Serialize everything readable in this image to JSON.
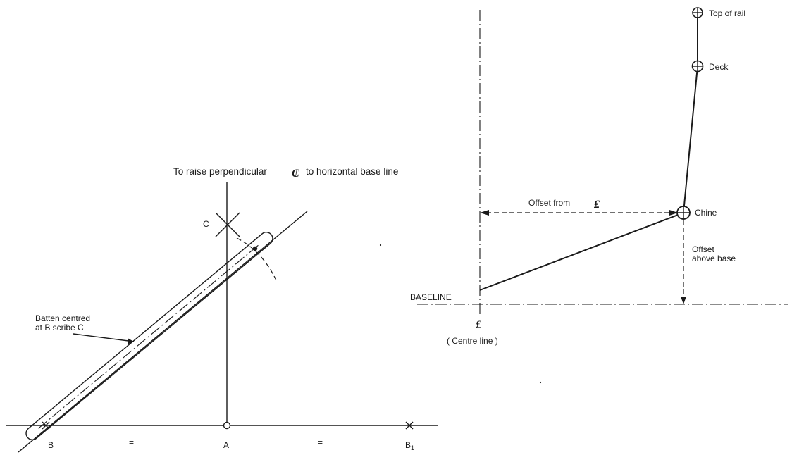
{
  "left_figure": {
    "title_prefix": "To raise perpendicular",
    "title_symbol": "₵",
    "title_suffix": "to horizontal base line",
    "point_c": "C",
    "point_b": "B",
    "point_a": "A",
    "point_b1": "B",
    "point_b1_sub": "1",
    "equal_mark": "=",
    "batten_line1": "Batten centred",
    "batten_line2": "at B scribe C"
  },
  "right_figure": {
    "top_of_rail": "Top of rail",
    "deck": "Deck",
    "chine": "Chine",
    "offset_from_prefix": "Offset from",
    "offset_symbol": "₤",
    "offset_above_line1": "Offset",
    "offset_above_line2": "above base",
    "baseline": "BASELINE",
    "centre_symbol": "₤",
    "centre_line": "( Centre line )"
  }
}
